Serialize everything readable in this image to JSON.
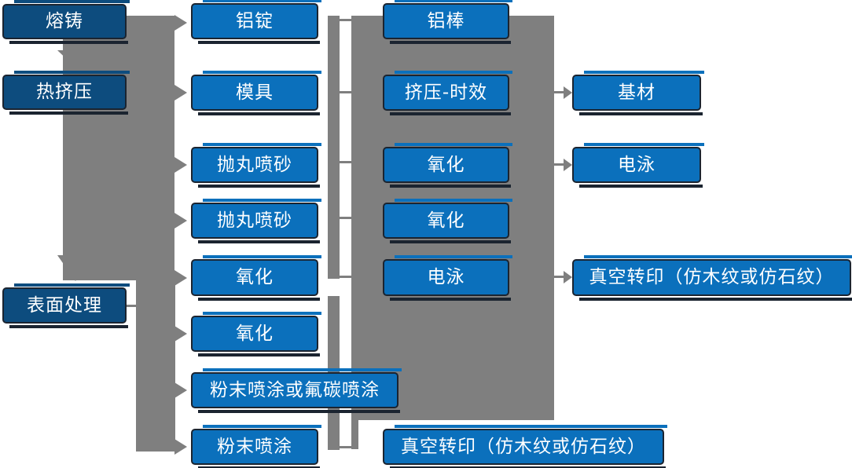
{
  "diagram_type": "process-flowchart",
  "colors": {
    "accent": "#0B70BC",
    "dark": "#0D4C7E",
    "edge": "#1B2430",
    "gray": "#7F7F7F",
    "bg": "#FFFFFF",
    "text": "#FFFFFF"
  },
  "columns": [
    {
      "boxes": [
        {
          "label": "熔铸"
        },
        {
          "label": "热挤压"
        },
        {
          "label": "表面处理"
        }
      ]
    },
    {
      "boxes": [
        {
          "label": "铝锭"
        },
        {
          "label": "模具"
        },
        {
          "label": "抛丸喷砂"
        },
        {
          "label": "抛丸喷砂"
        },
        {
          "label": "氧化"
        },
        {
          "label": "氧化"
        },
        {
          "label": "粉末喷涂或氟碳喷涂"
        },
        {
          "label": "粉末喷涂"
        }
      ]
    },
    {
      "boxes": [
        {
          "label": "铝棒"
        },
        {
          "label": "挤压-时效"
        },
        {
          "label": "氧化"
        },
        {
          "label": "氧化"
        },
        {
          "label": "电泳"
        },
        {
          "label": "真空转印（仿木纹或仿石纹）"
        }
      ]
    },
    {
      "boxes": [
        {
          "label": "基材"
        },
        {
          "label": "电泳"
        },
        {
          "label": "真空转印（仿木纹或仿石纹）"
        }
      ]
    }
  ]
}
